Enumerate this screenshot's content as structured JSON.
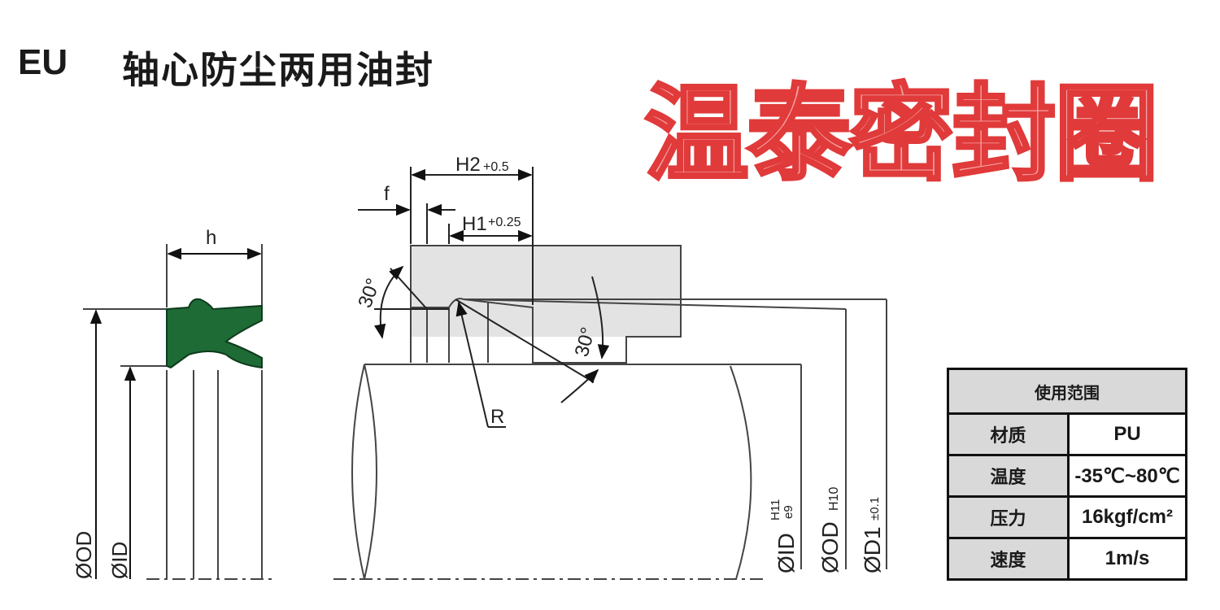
{
  "header": {
    "code": "EU",
    "name": "轴心防尘两用油封"
  },
  "watermark": "温泰密封圈",
  "labels": {
    "h": "h",
    "f": "f",
    "h2": "H2",
    "h2_tol": "+0.5",
    "h1": "H1",
    "h1_tol": "+0.25",
    "r": "R",
    "angle_a": "30°",
    "angle_b": "30°",
    "od_left": "ØOD",
    "id_left": "ØID",
    "id_right": "ØID",
    "id_right_tol_top": "H11",
    "id_right_tol_bottom": "e9",
    "od_right": "ØOD",
    "od_right_tol": "H10",
    "d1": "ØD1",
    "d1_tol": "±0.1"
  },
  "spec_table": {
    "heading": "使用范围",
    "rows": [
      {
        "key": "材质",
        "value": "PU"
      },
      {
        "key": "温度",
        "value": "-35℃~80℃"
      },
      {
        "key": "压力",
        "value": "16kgf/cm²"
      },
      {
        "key": "速度",
        "value": "1m/s"
      }
    ]
  },
  "colors": {
    "seal_green": "#1e6b35",
    "watermark_fill": "#f7a3a3",
    "watermark_stroke": "#e03a3a",
    "table_header": "#d9d9d9"
  }
}
